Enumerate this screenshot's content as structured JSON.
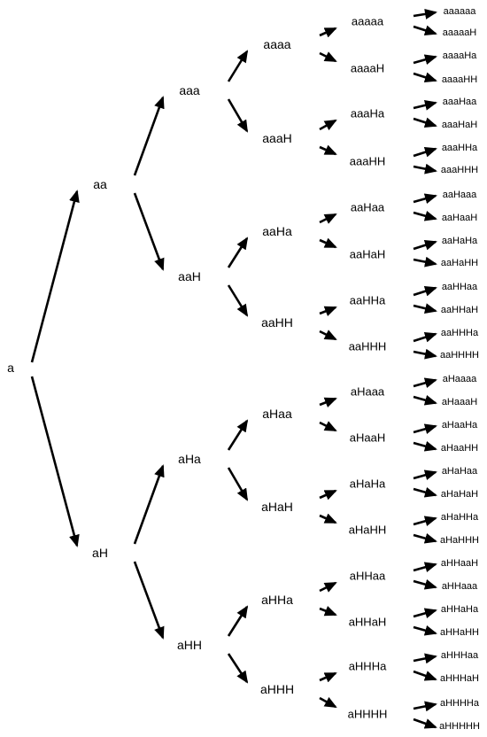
{
  "nodes": {
    "root": "a",
    "l1": [
      "aa",
      "aH"
    ],
    "l2": [
      "aaa",
      "aaH",
      "aHa",
      "aHH"
    ],
    "l3": [
      "aaaa",
      "aaaH",
      "aaHa",
      "aaHH",
      "aHaa",
      "aHaH",
      "aHHa",
      "aHHH"
    ],
    "l4": [
      "aaaaa",
      "aaaaH",
      "aaaHa",
      "aaaHH",
      "aaHaa",
      "aaHaH",
      "aaHHa",
      "aaHHH",
      "aHaaa",
      "aHaaH",
      "aHaHa",
      "aHaHH",
      "aHHaa",
      "aHHaH",
      "aHHHa",
      "aHHHH"
    ],
    "l5": [
      "aaaaaa",
      "aaaaaH",
      "aaaaHa",
      "aaaaHH",
      "aaaHaa",
      "aaaHaH",
      "aaaHHa",
      "aaaHHH",
      "aaHaaa",
      "aaHaaH",
      "aaHaHa",
      "aaHaHH",
      "aaHHaa",
      "aaHHaH",
      "aaHHHa",
      "aaHHHH",
      "aHaaaa",
      "aHaaaH",
      "aHaaHa",
      "aHaaHH",
      "aHaHaa",
      "aHaHaH",
      "aHaHHa",
      "aHaHHH",
      "aHHaaH",
      "aHHaaa",
      "aHHaHa",
      "aHHaHH",
      "aHHHaa",
      "aHHHaH",
      "aHHHHa",
      "aHHHHH"
    ]
  },
  "colors": {
    "line": "#000000",
    "text": "#000000",
    "background": "#ffffff"
  }
}
